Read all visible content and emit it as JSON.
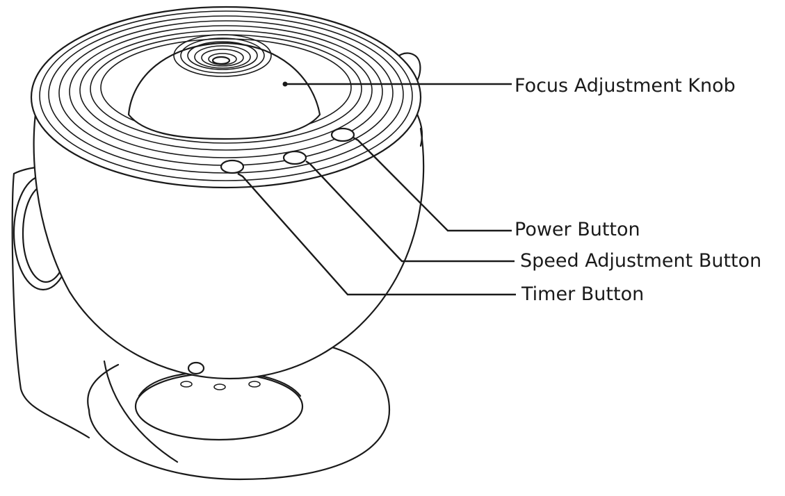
{
  "labels": {
    "focus_knob": "Focus Adjustment Knob",
    "power_button": "Power Button",
    "speed_button": "Speed Adjustment Button",
    "timer_button": "Timer Button"
  },
  "colors": {
    "line": "#1a1a1a",
    "background": "#ffffff"
  }
}
